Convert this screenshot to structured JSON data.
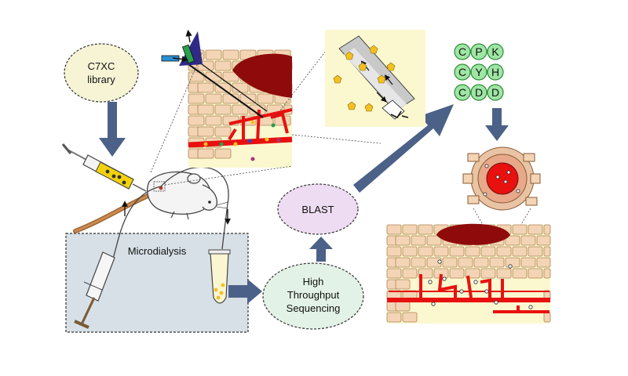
{
  "labels": {
    "library_line1": "C7XC",
    "library_line2": "library",
    "microdialysis": "Microdialysis",
    "blast": "BLAST",
    "hts_line1": "High",
    "hts_line2": "Throughput",
    "hts_line3": "Sequencing"
  },
  "peptide_rows": [
    [
      "C",
      "P",
      "K"
    ],
    [
      "C",
      "Y",
      "H"
    ],
    [
      "C",
      "D",
      "D"
    ]
  ],
  "colors": {
    "arrow": "#4b6187",
    "ellipse_library": "#f7f4d6",
    "ellipse_process": "#eedcf2",
    "ellipse_hts": "#e3f2e6",
    "microdialysis_box": "#d7e0e6",
    "inset_background": "#fbf8cf",
    "cell_fill": "#f3d5b5",
    "cell_border": "#b08155",
    "vessel": "#e8110f",
    "tumor": "#8f0b0b",
    "peptide_circle": "#9fe6a4",
    "peptide_border": "#2f8a3a"
  },
  "icons": [
    "syringe-icon",
    "mouse-icon",
    "collection-tube-icon",
    "microdialysis-probe-icon"
  ]
}
